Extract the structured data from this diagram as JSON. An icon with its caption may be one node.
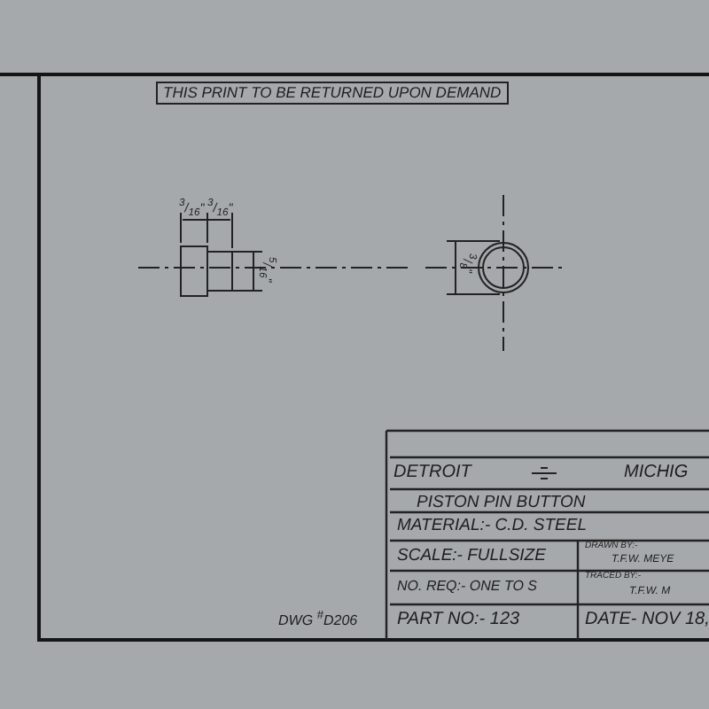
{
  "diagram": {
    "labels": [
      "THIS PRINT TO BE RETURNED UPON DEMAND",
      "$^{3}$/$_{16}$\"",
      "$^{3}$/$_{16}$\"",
      "$^{5}$/$_{16}$\"",
      "$^{3}$/$_{8}$\"",
      "DETROIT",
      "MICHIG",
      "PISTON PIN BUTTON",
      "MATERIAL:- C.D. STEEL",
      "SCALE:- FULLSIZE",
      "DRAWN BY:-",
      "T.F.W. MEYE",
      "NO. REQ:- ONE TO S",
      "TRACED BY:-",
      "T.F.W. M",
      "DWG $^{#}$D206",
      "PART NO:- 123",
      "DATE- NOV 18,"
    ]
  }
}
